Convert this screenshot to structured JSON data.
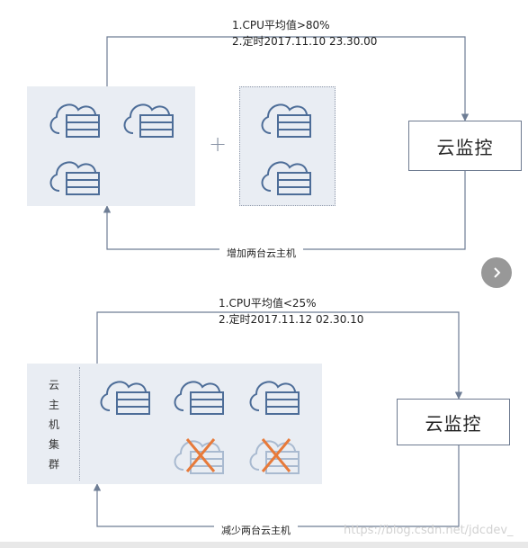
{
  "top": {
    "condition_line1": "1.CPU平均值>80%",
    "condition_line2": "2.定时2017.11.10  23.30.00",
    "monitor_label": "云监控",
    "plus": "+",
    "return_label": "增加两台云主机"
  },
  "bottom": {
    "condition_line1": "1.CPU平均值<25%",
    "condition_line2": "2.定时2017.11.12  02.30.10",
    "monitor_label": "云监控",
    "cluster_chars": [
      "云",
      "主",
      "机",
      "集",
      "群"
    ],
    "return_label": "减少两台云主机"
  },
  "watermark": "https://blog.csdn.net/jdcdev_",
  "colors": {
    "line": "#6e7d95",
    "panel": "#e9edf3",
    "icon_stroke": "#4d6d98",
    "icon_removed": "#a9bad0",
    "cross": "#e77a3a"
  },
  "icons": {
    "server": "cloud-server-icon",
    "removed": "cloud-server-removed-icon",
    "next": "chevron-right-icon"
  }
}
